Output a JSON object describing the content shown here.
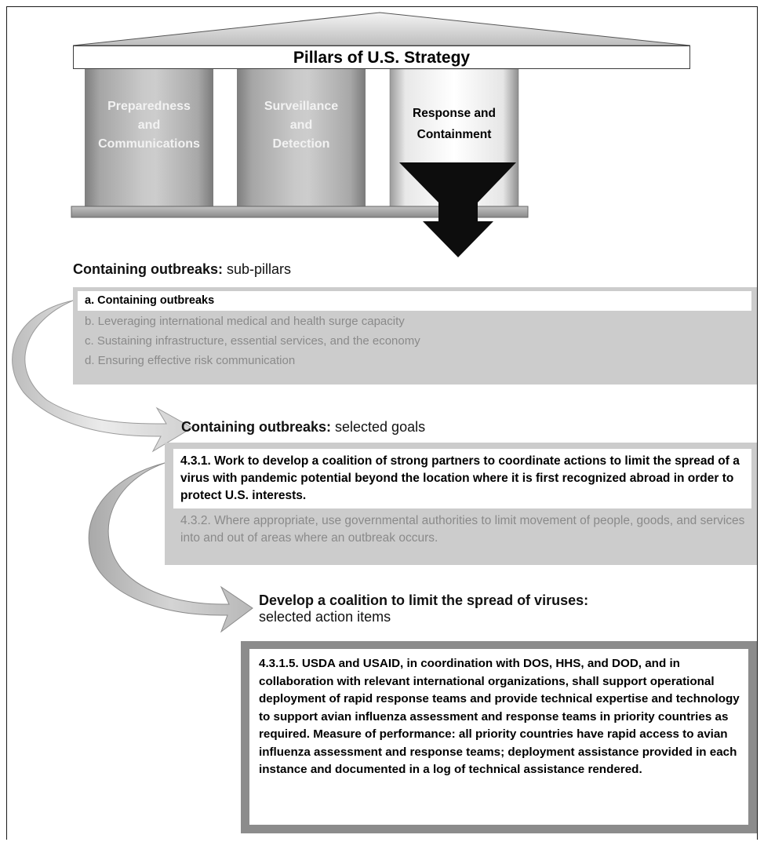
{
  "pillars": {
    "title": "Pillars of U.S. Strategy",
    "items": [
      {
        "label_lines": [
          "Preparedness",
          "and",
          "Communications"
        ],
        "highlighted": false
      },
      {
        "label_lines": [
          "Surveillance",
          "and",
          "Detection"
        ],
        "highlighted": false
      },
      {
        "label_lines": [
          "Response and",
          "Containment"
        ],
        "highlighted": true
      }
    ]
  },
  "sub_pillars": {
    "heading_bold": "Containing outbreaks:",
    "heading_rest": " sub-pillars",
    "items": [
      {
        "text": "a. Containing outbreaks",
        "selected": true
      },
      {
        "text": "b. Leveraging international medical and health surge capacity",
        "selected": false
      },
      {
        "text": "c. Sustaining infrastructure, essential services, and the economy",
        "selected": false
      },
      {
        "text": "d. Ensuring effective risk communication",
        "selected": false
      }
    ]
  },
  "goals": {
    "heading_bold": "Containing outbreaks:",
    "heading_rest": " selected goals",
    "selected_text": "4.3.1. Work to develop a coalition of strong partners to coordinate actions to limit the spread of a virus with pandemic potential beyond the location where it is first recognized abroad in order to protect U.S. interests.",
    "other_text": "4.3.2. Where appropriate, use governmental authorities to limit movement of people, goods, and services into and out of areas where an outbreak occurs."
  },
  "actions": {
    "heading_bold": "Develop a coalition to limit the spread of viruses:",
    "heading_rest": "selected action items",
    "text": "4.3.1.5. USDA and USAID, in coordination with DOS, HHS, and DOD, and in collaboration with relevant international organizations, shall support operational deployment of rapid response teams and provide technical expertise and technology to support avian influenza assessment and response teams in priority countries as required. Measure of performance: all priority countries have rapid access to avian influenza assessment and response teams; deployment assistance provided in each instance and documented in a log of technical assistance rendered."
  },
  "colors": {
    "gray_panel": "#cccccc",
    "dark_frame": "#8c8c8c",
    "pillar_gray": "#a8a8a8",
    "muted_text": "#8a8a8a"
  }
}
